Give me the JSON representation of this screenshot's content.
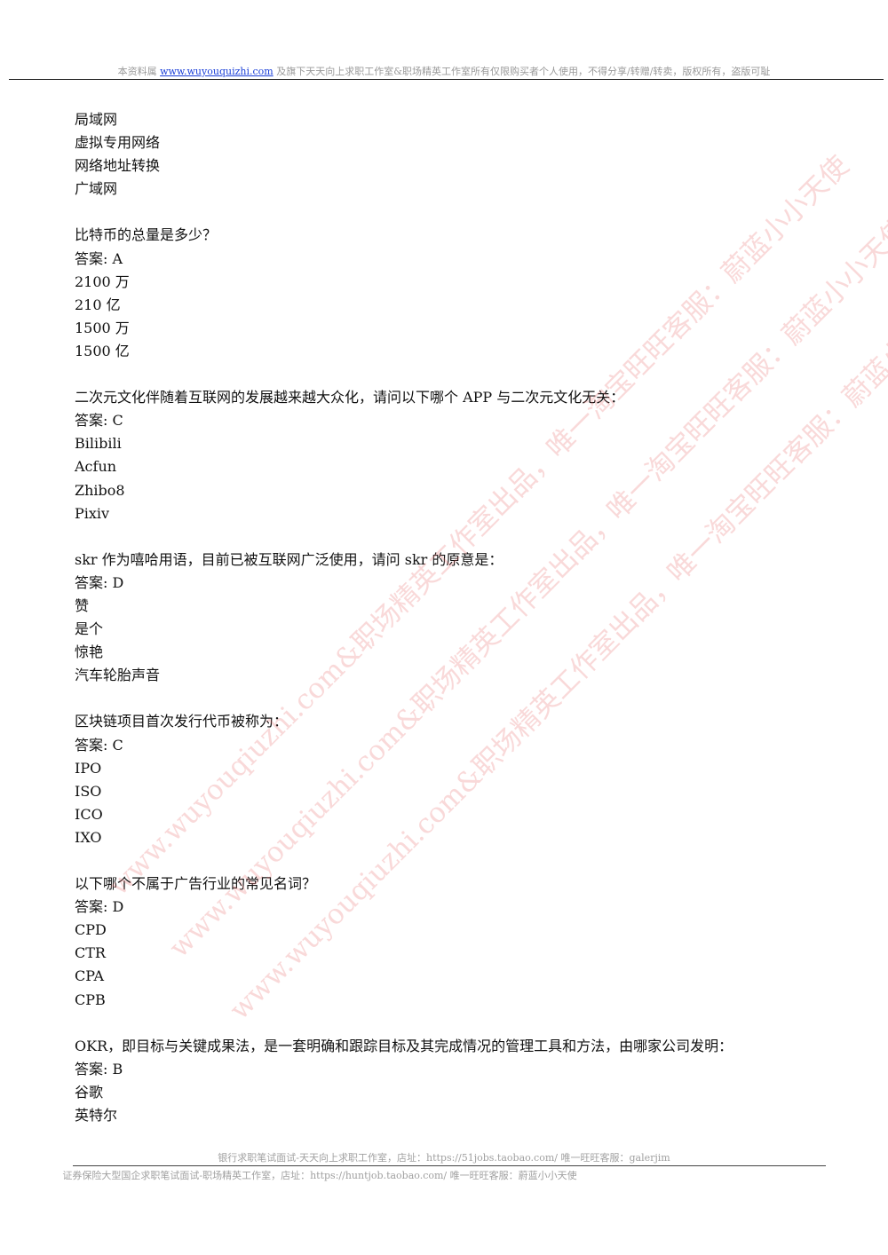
{
  "header": {
    "prefix": "本资料属",
    "link": "www.wuyouquizhi.com",
    "suffix": " 及旗下天天向上求职工作室&职场精英工作室所有仅限购买者个人使用，不得分享/转赠/转卖，版权所有，盗版可耻"
  },
  "continuation_options": [
    "局域网",
    "虚拟专用网络",
    "网络地址转换",
    "广域网"
  ],
  "questions": [
    {
      "q": "比特币的总量是多少？",
      "answer": "答案: A",
      "options": [
        "2100 万",
        "210 亿",
        "1500 万",
        "1500 亿"
      ]
    },
    {
      "q": "二次元文化伴随着互联网的发展越来越大众化，请问以下哪个 APP 与二次元文化无关：",
      "answer": "答案: C",
      "options": [
        "Bilibili",
        "Acfun",
        "Zhibo8",
        "Pixiv"
      ]
    },
    {
      "q": "skr 作为嘻哈用语，目前已被互联网广泛使用，请问 skr 的原意是：",
      "answer": "答案: D",
      "options": [
        "赞",
        "是个",
        "惊艳",
        "汽车轮胎声音"
      ]
    },
    {
      "q": "区块链项目首次发行代币被称为：",
      "answer": "答案: C",
      "options": [
        "IPO",
        "ISO",
        "ICO",
        "IXO"
      ]
    },
    {
      "q": "以下哪个不属于广告行业的常见名词？",
      "answer": "答案: D",
      "options": [
        "CPD",
        "CTR",
        "CPA",
        "CPB"
      ]
    },
    {
      "q": "OKR，即目标与关键成果法，是一套明确和跟踪目标及其完成情况的管理工具和方法，由哪家公司发明：",
      "answer": "答案: B",
      "options": [
        "谷歌",
        "英特尔"
      ]
    }
  ],
  "watermarks": [
    "www.wuyouqiuzhi.com&职场精英工作室出品，唯一淘宝旺旺客服：蔚蓝小小天使",
    "www.wuyouqiuzhi.com&职场精英工作室出品，唯一淘宝旺旺客服：蔚蓝小小天使",
    "www.wuyouqiuzhi.com&职场精英工作室出品，唯一淘宝旺旺客服：蔚蓝小小天使"
  ],
  "footer": {
    "line1": "银行求职笔试面试-天天向上求职工作室，店址：https://51jobs.taobao.com/ 唯一旺旺客服：galerjim",
    "line2": "证券保险大型国企求职笔试面试-职场精英工作室，店址：https://huntjob.taobao.com/ 唯一旺旺客服：蔚蓝小小天使"
  },
  "colors": {
    "link": "#1a3fd8",
    "watermark": "#e87878",
    "muted": "#9a9a9a"
  }
}
